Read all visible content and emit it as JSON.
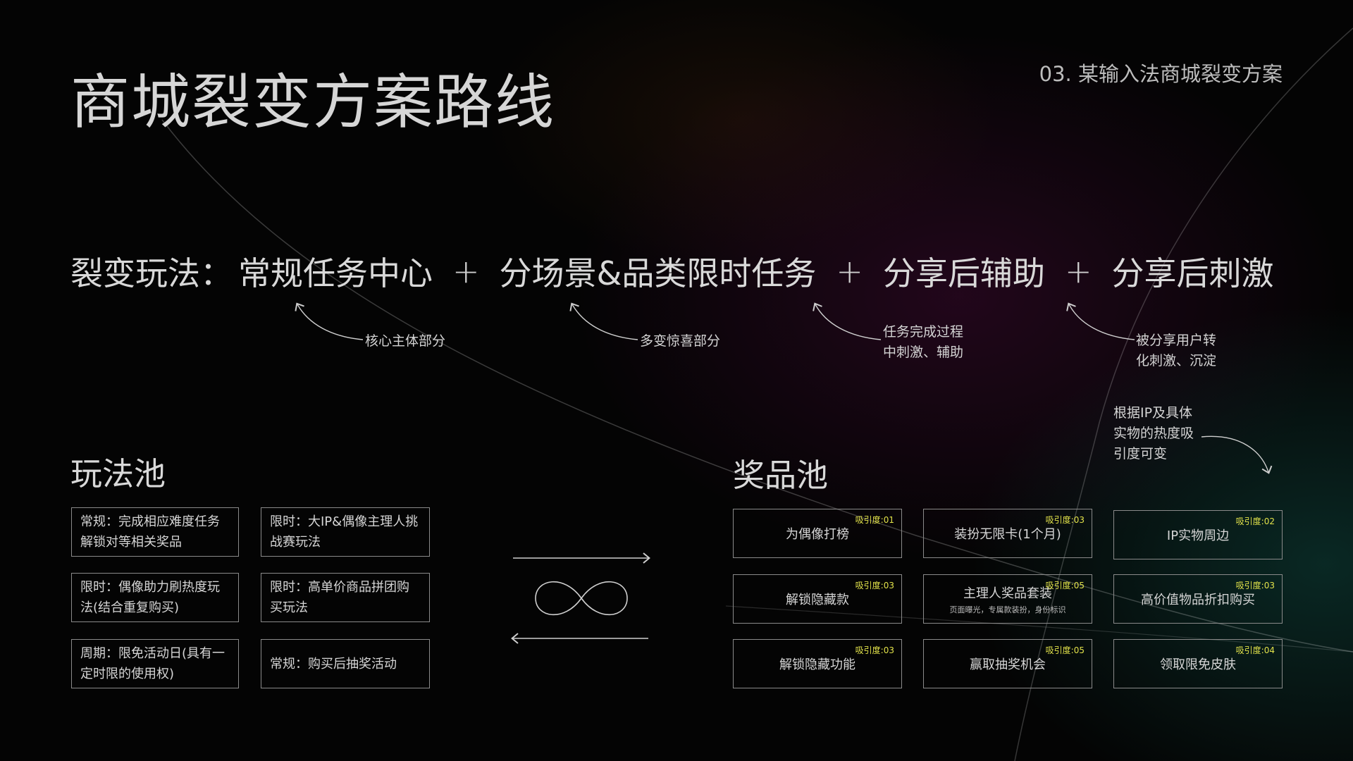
{
  "header": {
    "title": "商城裂变方案路线",
    "subtitle": "03. 某输入法商城裂变方案"
  },
  "formula": {
    "lead": "裂变玩法：",
    "parts": [
      "常规任务中心",
      "分场景&品类限时任务",
      "分享后辅助",
      "分享后刺激"
    ],
    "plus": "+"
  },
  "annotations": [
    {
      "lines": [
        "核心主体部分"
      ]
    },
    {
      "lines": [
        "多变惊喜部分"
      ]
    },
    {
      "lines": [
        "任务完成过程",
        "中刺激、辅助"
      ]
    },
    {
      "lines": [
        "被分享用户转",
        "化刺激、沉淀"
      ]
    }
  ],
  "prize_note": {
    "lines": [
      "根据IP及具体",
      "实物的热度吸",
      "引度可变"
    ]
  },
  "play_pool": {
    "title": "玩法池",
    "items": [
      {
        "lines": [
          "常规：完成相应难度任务",
          "解锁对等相关奖品"
        ]
      },
      {
        "lines": [
          "限时：大IP&偶像主理人挑",
          "战赛玩法"
        ]
      },
      {
        "lines": [
          "限时：偶像助力刷热度玩",
          "法(结合重复购买)"
        ]
      },
      {
        "lines": [
          "限时：高单价商品拼团购",
          "买玩法"
        ]
      },
      {
        "lines": [
          "周期：限免活动日(具有一",
          "定时限的使用权)"
        ]
      },
      {
        "lines": [
          "常规：购买后抽奖活动"
        ]
      }
    ]
  },
  "prize_pool": {
    "title": "奖品池",
    "items": [
      {
        "label": "为偶像打榜",
        "score": "吸引度:01"
      },
      {
        "label": "装扮无限卡(1个月)",
        "score": "吸引度:03"
      },
      {
        "label": "IP实物周边",
        "score": "吸引度:02"
      },
      {
        "label": "解锁隐藏款",
        "score": "吸引度:03"
      },
      {
        "label": "主理人奖品套装",
        "score": "吸引度:05",
        "sub": "页面曝光，专属款装扮，身份标识"
      },
      {
        "label": "高价值物品折扣购买",
        "score": "吸引度:03"
      },
      {
        "label": "解锁隐藏功能",
        "score": "吸引度:03"
      },
      {
        "label": "赢取抽奖机会",
        "score": "吸引度:05"
      },
      {
        "label": "领取限免皮肤",
        "score": "吸引度:04"
      }
    ]
  },
  "colors": {
    "background": "#040404",
    "text": "#d9d9d9",
    "box_border": "#8a8a8a",
    "score": "#e2e24a"
  },
  "icons": [
    "infinity-icon",
    "arrow-right-icon",
    "arrow-left-icon",
    "curved-arrow-icon"
  ]
}
